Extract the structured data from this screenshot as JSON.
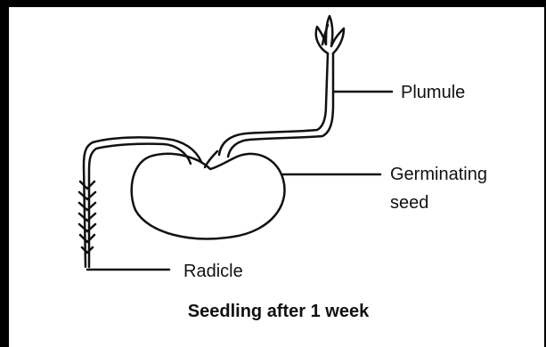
{
  "labels": {
    "plumule": "Plumule",
    "germinating": "Germinating",
    "seed": "seed",
    "radicle": "Radicle"
  },
  "caption": "Seedling after 1 week",
  "colors": {
    "line": "#111111",
    "border": "#000000",
    "background": "#ffffff"
  }
}
